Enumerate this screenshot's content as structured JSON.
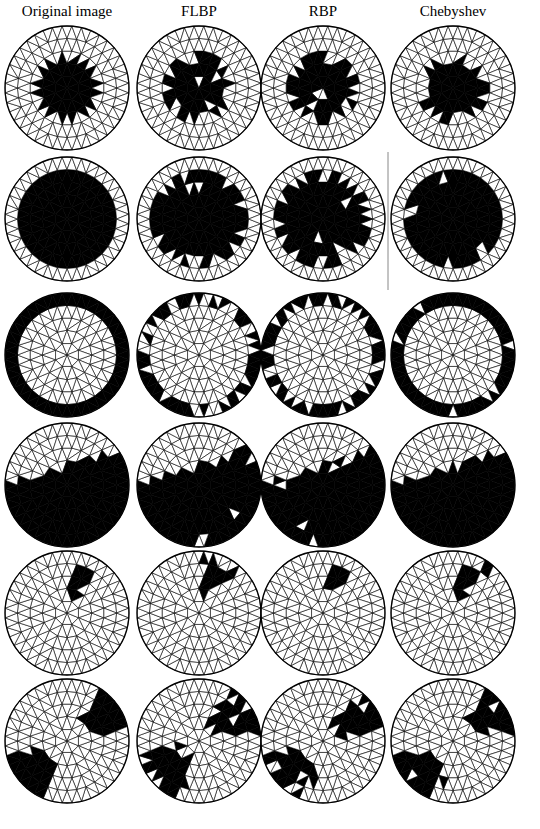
{
  "diagram": {
    "labels": [
      "Original image",
      "FLBP",
      "RBP",
      "Chebyshev"
    ]
  }
}
